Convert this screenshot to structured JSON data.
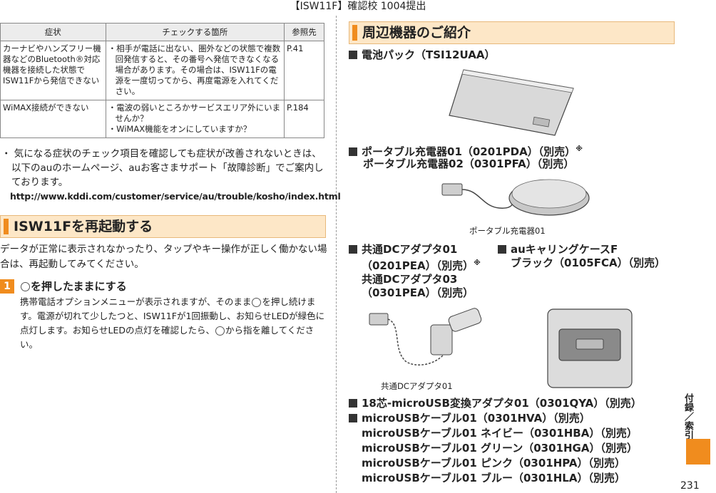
{
  "header": {
    "title": "【ISW11F】確認校 1004提出"
  },
  "table": {
    "headers": [
      "症状",
      "チェックする箇所",
      "参照先"
    ],
    "rows": [
      {
        "symptom": "カーナビやハンズフリー機器などのBluetooth®対応機器を接続した状態でISW11Fから発信できない",
        "checks": [
          "・相手が電話に出ない、圏外などの状態で複数回発信すると、その番号へ発信できなくなる場合があります。その場合は、ISW11Fの電源を一度切ってから、再度電源を入れてください。"
        ],
        "ref": "P.41"
      },
      {
        "symptom": "WiMAX接続ができない",
        "checks": [
          "・電波の弱いところかサービスエリア外にいませんか？",
          "・WiMAX機能をオンにしていますか？"
        ],
        "ref": "P.184"
      }
    ]
  },
  "note": {
    "text": "・ 気になる症状のチェック項目を確認しても症状が改善されないときは、以下のauのホームページ、auお客さまサポート「故障診断」でご案内しております。",
    "url": "http://www.kddi.com/customer/service/au/trouble/kosho/index.html"
  },
  "restart": {
    "title": "ISW11Fを再起動する",
    "intro": "データが正常に表示されなかったり、タップやキー操作が正しく働かない場合は、再起動してみてください。",
    "step_number": "1",
    "step_title_suffix": "を押したままにする",
    "step_body_1": "携帯電話オプションメニューが表示されますが、そのまま",
    "step_body_2": "を押し続けます。電源が切れて少したつと、ISW11Fが1回振動し、お知らせLEDが緑色に点灯します。お知らせLEDの点灯を確認したら、",
    "step_body_3": "から指を離してください。"
  },
  "peripherals": {
    "title": "周辺機器のご紹介",
    "battery": "電池パック（TSI12UAA）",
    "charger1": "ポータブル充電器01（0201PDA）（別売）",
    "charger_mark": "※",
    "charger2": "ポータブル充電器02（0301PFA）（別売）",
    "charger_caption": "ポータブル充電器01",
    "dc_1": "共通DCアダプタ01",
    "dc_2": "（0201PEA）（別売）",
    "dc_mark": "※",
    "dc_3": "共通DCアダプタ03",
    "dc_4": "（0301PEA）（別売）",
    "dc_caption": "共通DCアダプタ01",
    "case_1": "auキャリングケースF",
    "case_2": "ブラック（0105FCA）（別売）",
    "usb_adapter": "18芯-microUSB変換アダプタ01（0301QYA）（別売）",
    "usb_cables": [
      "microUSBケーブル01（0301HVA）（別売）",
      "microUSBケーブル01 ネイビー（0301HBA）（別売）",
      "microUSBケーブル01 グリーン（0301HGA）（別売）",
      "microUSBケーブル01 ピンク（0301HPA）（別売）",
      "microUSBケーブル01 ブルー（0301HLA）（別売）"
    ]
  },
  "side_tab": "付録／索引",
  "page_number": "231",
  "colors": {
    "accent": "#f08c1e",
    "bar_bg": "#fde7c7"
  }
}
